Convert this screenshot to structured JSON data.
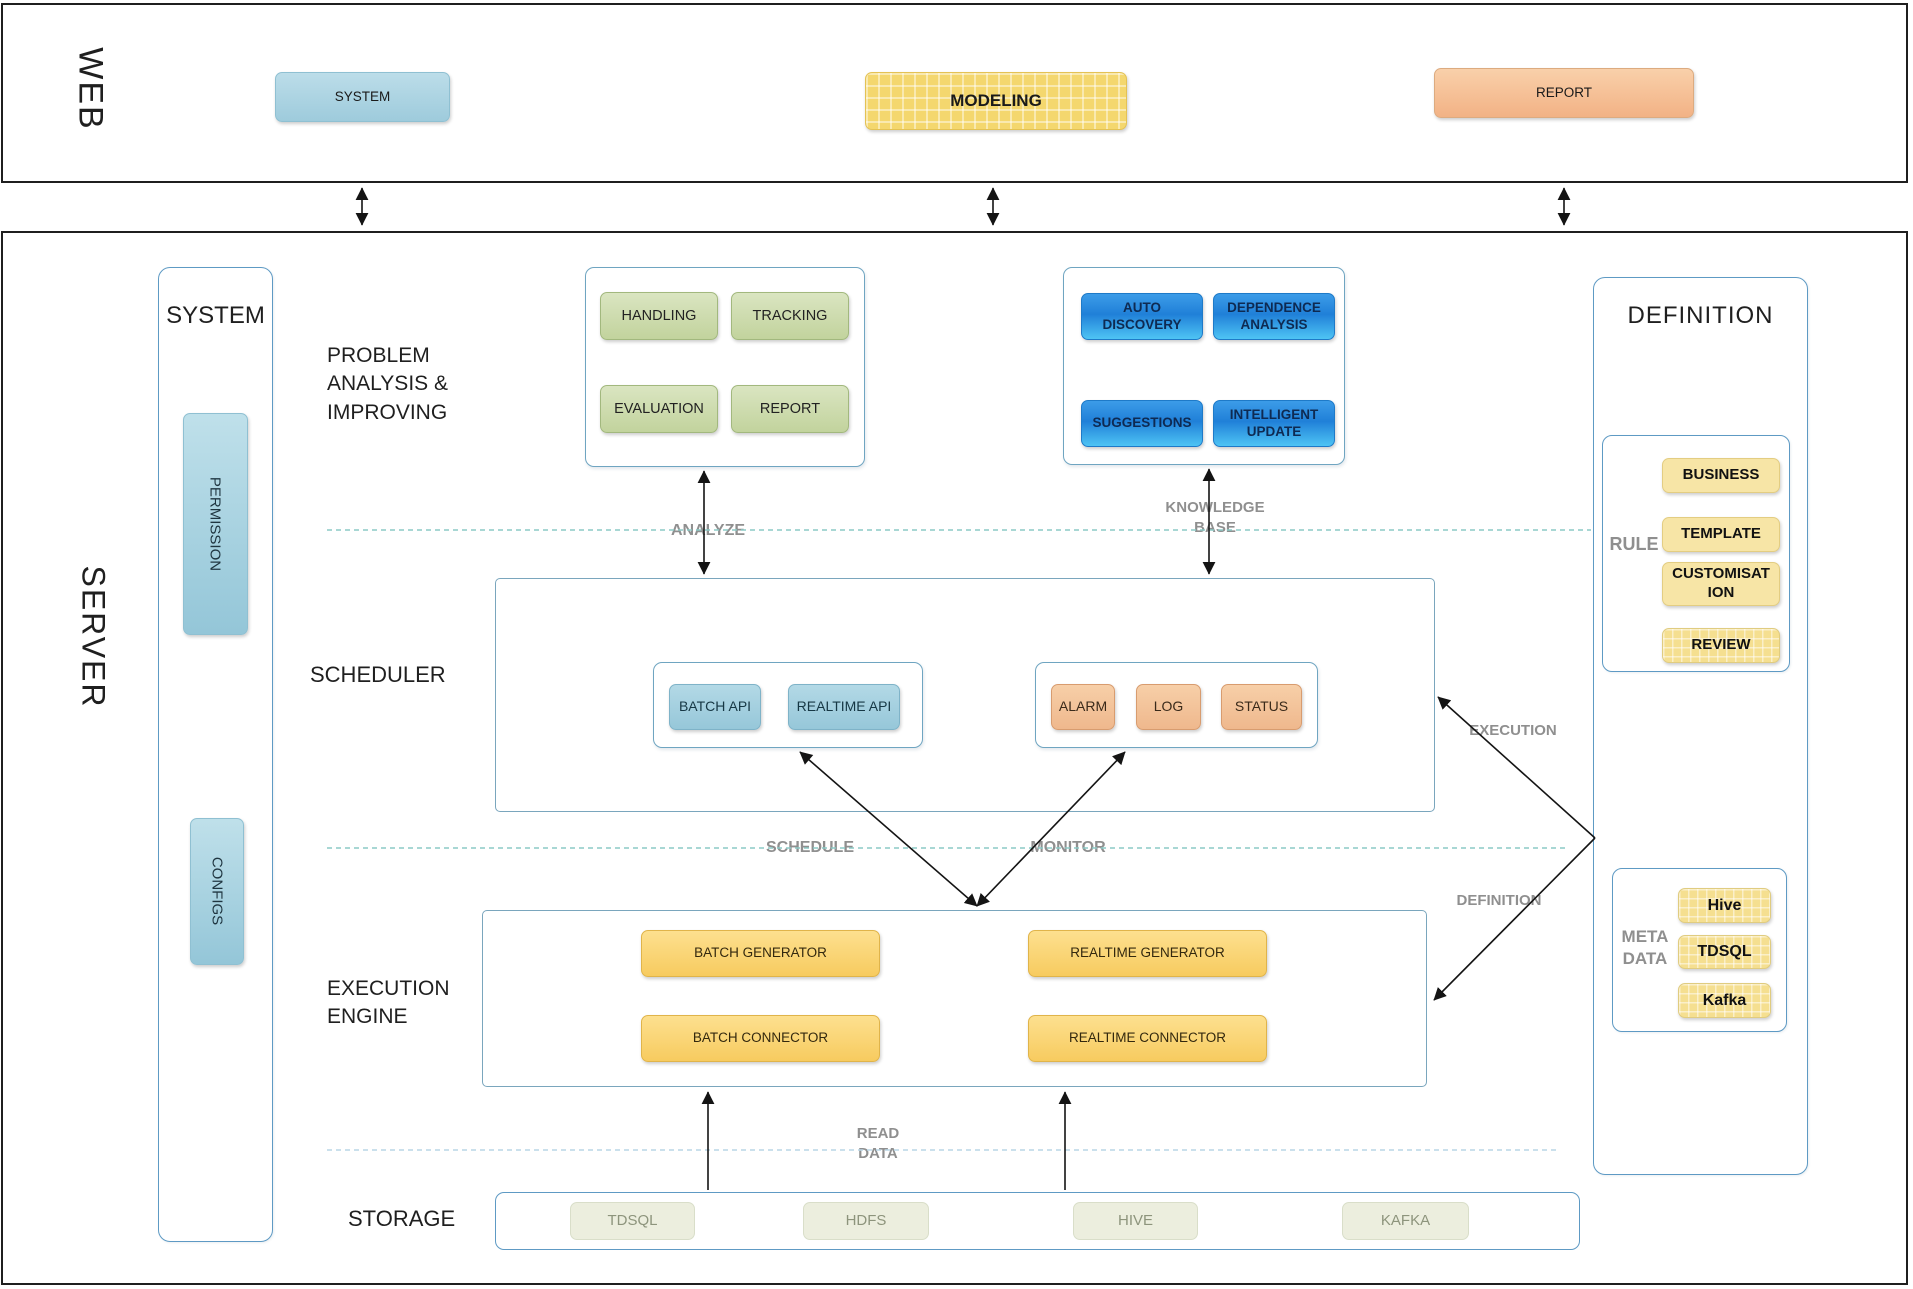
{
  "web": {
    "band_label": "WEB",
    "system": "SYSTEM",
    "modeling": "MODELING",
    "report": "REPORT"
  },
  "server": {
    "band_label": "SERVER",
    "system_panel": {
      "title": "SYSTEM",
      "permission": "PERMISSION",
      "configs": "CONFIGS"
    },
    "sections": {
      "problem_label": "PROBLEM ANALYSIS & IMPROVING",
      "scheduler_label": "SCHEDULER",
      "execution_label": "EXECUTION ENGINE",
      "storage_label": "STORAGE"
    },
    "problem_boxes": [
      "HANDLING",
      "TRACKING",
      "EVALUATION",
      "REPORT"
    ],
    "knowledge_boxes": [
      "AUTO DISCOVERY",
      "DEPENDENCE ANALYSIS",
      "SUGGESTIONS",
      "INTELLIGENT UPDATE"
    ],
    "scheduler": {
      "api_boxes": [
        "BATCH API",
        "REALTIME API"
      ],
      "monitor_boxes": [
        "ALARM",
        "LOG",
        "STATUS"
      ]
    },
    "execution_boxes": [
      "BATCH GENERATOR",
      "REALTIME GENERATOR",
      "BATCH CONNECTOR",
      "REALTIME CONNECTOR"
    ],
    "storage_boxes": [
      "TDSQL",
      "HDFS",
      "HIVE",
      "KAFKA"
    ],
    "definition": {
      "title": "DEFINITION",
      "rule_label": "RULE",
      "rule_boxes": [
        "BUSINESS",
        "TEMPLATE",
        "CUSTOMISATION",
        "REVIEW"
      ],
      "meta_label": "META DATA",
      "meta_boxes": [
        "Hive",
        "TDSQL",
        "Kafka"
      ]
    },
    "flow_labels": {
      "analyze": "ANALYZE",
      "knowledge_base": "KNOWLEDGE BASE",
      "schedule": "SCHEDULE",
      "monitor": "MONITOR",
      "execution": "EXECUTION",
      "definition": "DEFINITION",
      "read_data": "READ DATA"
    }
  },
  "colors": {
    "accent_border_blue": "#5e9ac4",
    "kb_blue_top": "#3c9ce8",
    "kb_blue_bottom": "#4ec4f4",
    "yellow": "#f4d76e",
    "orange": "#f2b285",
    "green": "#c2d39d",
    "gray_label": "#8f8f8f",
    "dashed_teal": "#8ccac6",
    "dashed_light_blue": "#b8d6e6"
  }
}
